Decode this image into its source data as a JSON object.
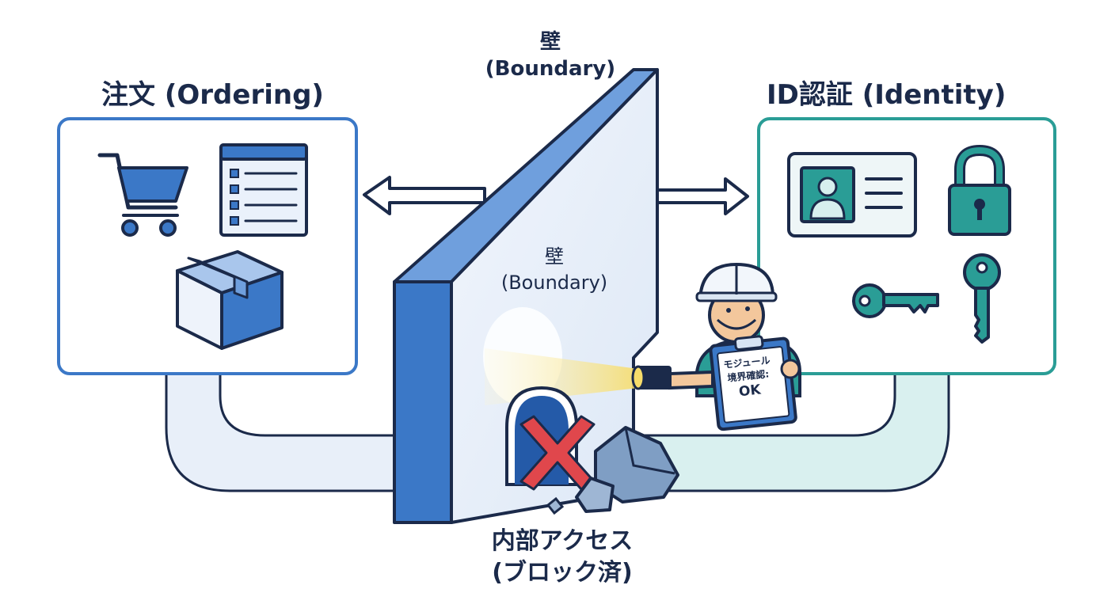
{
  "contexts": {
    "ordering": {
      "title": "注文 (Ordering)",
      "color": "#3b78c7"
    },
    "identity": {
      "title": "ID認証 (Identity)",
      "color": "#2a9d96"
    }
  },
  "wall": {
    "top_label_kanji": "壁",
    "top_label_en": "(Boundary)",
    "face_label_kanji": "壁",
    "face_label_en": "(Boundary)",
    "color": "#3b78c7"
  },
  "access": {
    "line1": "内部アクセス",
    "line2": "(ブロック済)",
    "blocked_color": "#e0474c"
  },
  "inspector": {
    "clipboard_line1": "モジュール",
    "clipboard_line2": "境界確認:",
    "clipboard_line3": "OK"
  },
  "icons": {
    "ordering": [
      "shopping-cart-icon",
      "order-list-icon",
      "package-box-icon"
    ],
    "identity": [
      "id-card-icon",
      "padlock-icon",
      "key-icon",
      "key-icon"
    ]
  }
}
